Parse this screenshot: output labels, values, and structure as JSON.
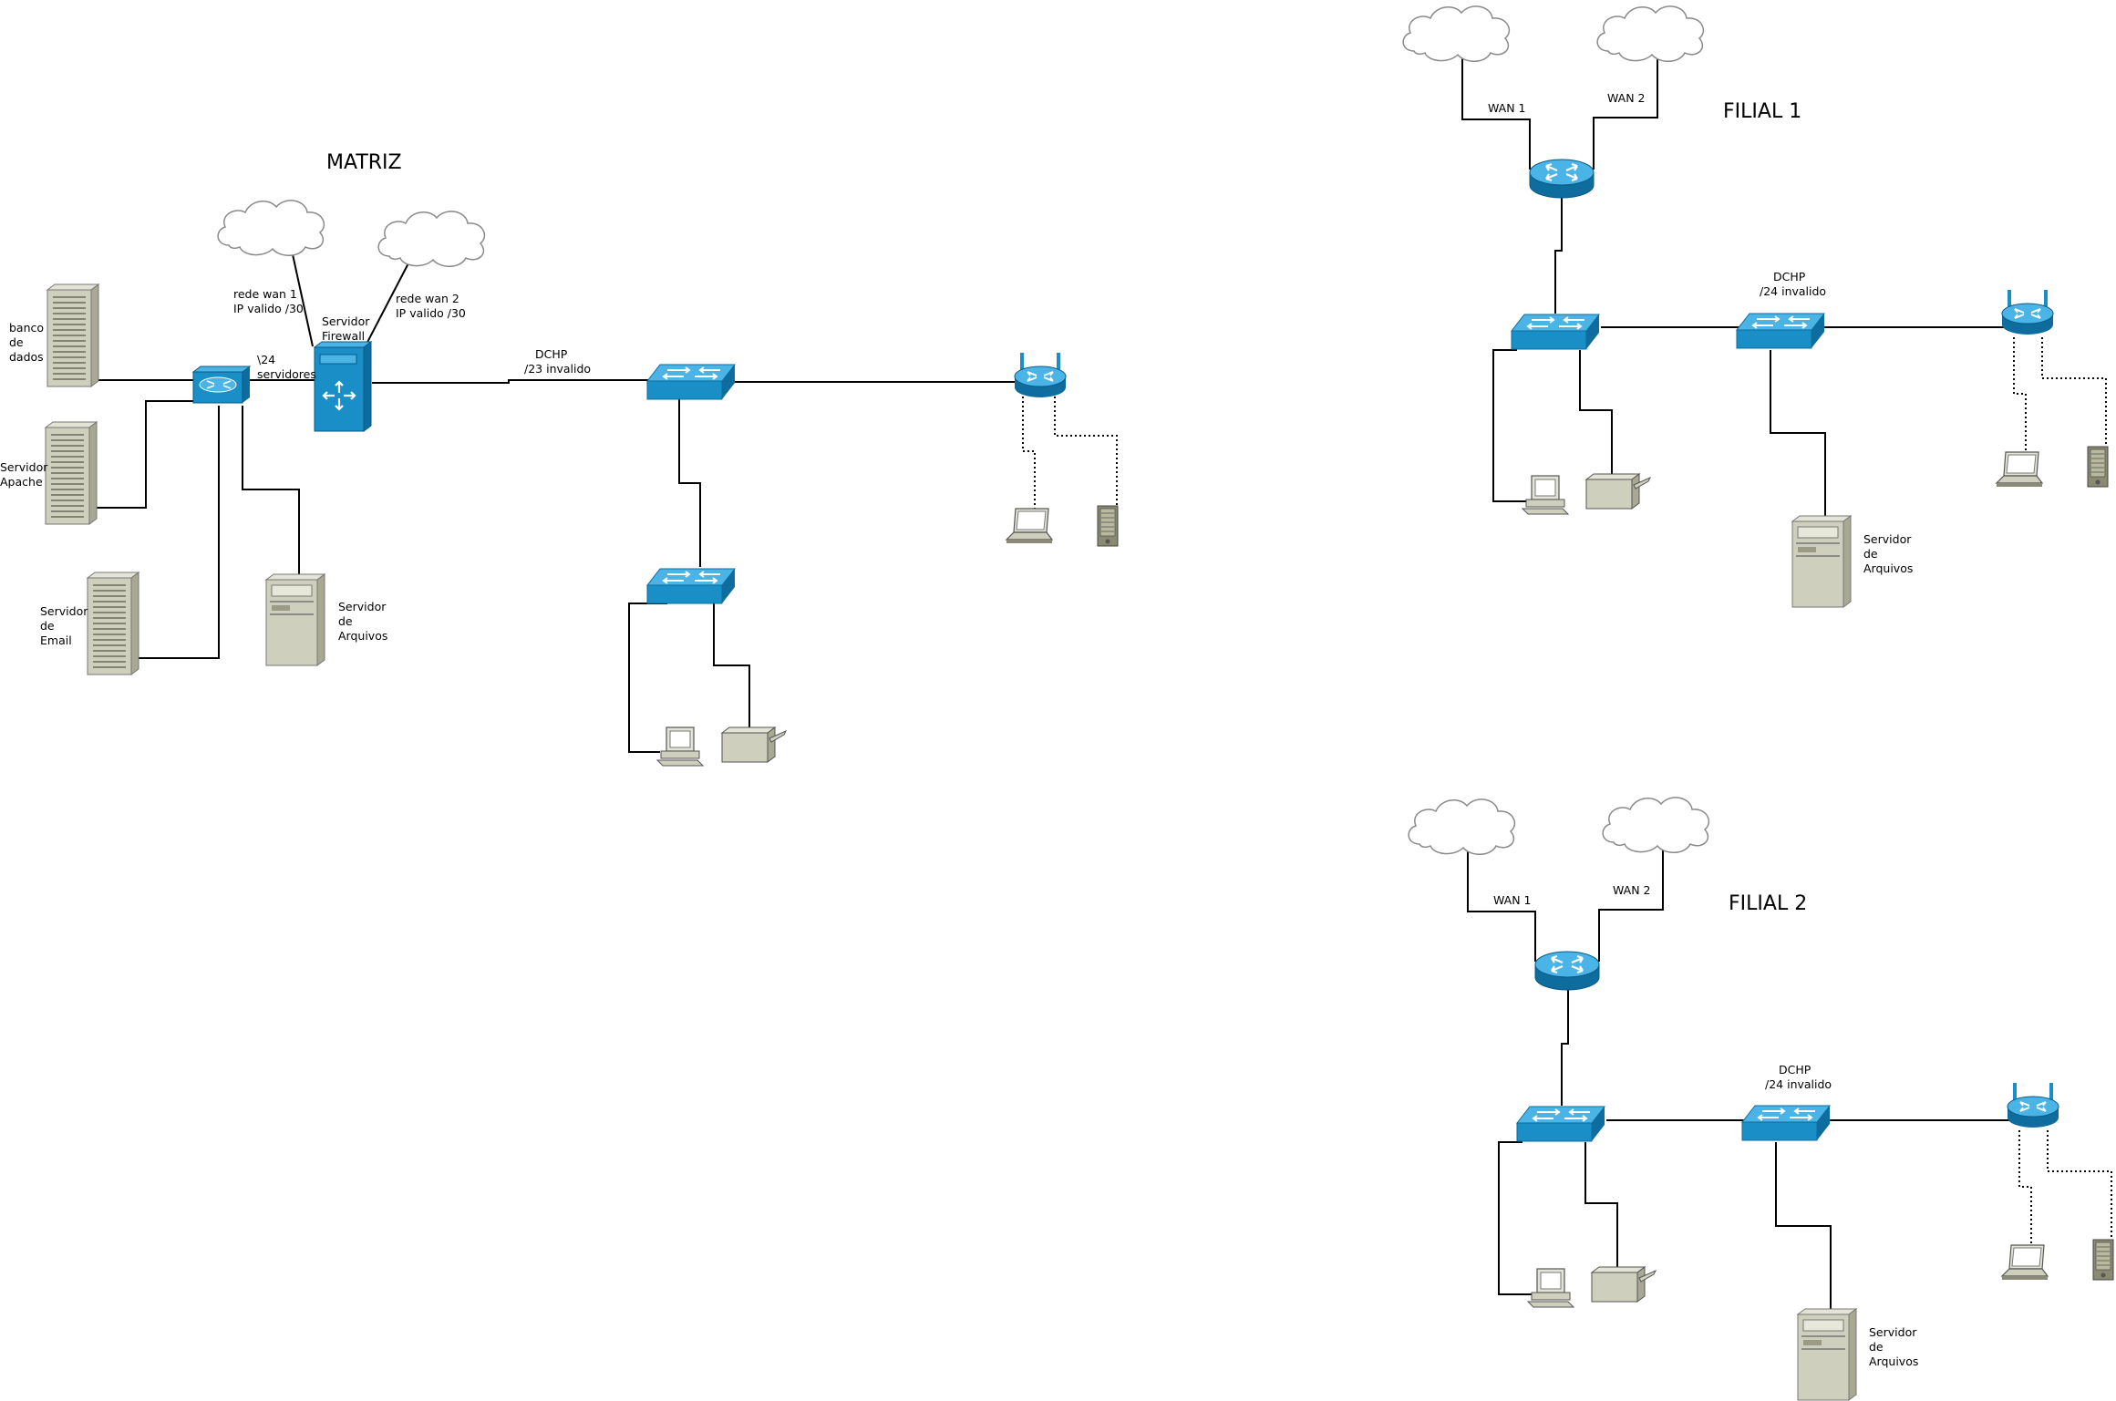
{
  "titles": {
    "matriz": "MATRIZ",
    "filial1": "FILIAL 1",
    "filial2": "FILIAL 2"
  },
  "matriz": {
    "srv_db": [
      "banco",
      "de",
      "dados"
    ],
    "srv_apache": [
      "Servidor",
      "Apache"
    ],
    "srv_email": [
      "Servidor",
      "de",
      "Email"
    ],
    "srv_files": [
      "Servidor",
      "de",
      "Arquivos"
    ],
    "firewall": [
      "Servidor",
      "Firewall"
    ],
    "wan1": [
      "rede wan 1",
      "IP valido /30"
    ],
    "wan2": [
      "rede wan 2",
      "IP valido /30"
    ],
    "subnet": [
      "\\24",
      "servidores"
    ],
    "dhcp": [
      "DCHP",
      "/23 invalido"
    ]
  },
  "filial1": {
    "wan1": "WAN 1",
    "wan2": "WAN 2",
    "dhcp": [
      "DCHP",
      "/24 invalido"
    ],
    "srv_files": [
      "Servidor",
      "de",
      "Arquivos"
    ]
  },
  "filial2": {
    "wan1": "WAN 1",
    "wan2": "WAN 2",
    "dhcp": [
      "DCHP",
      "/24 invalido"
    ],
    "srv_files": [
      "Servidor",
      "de",
      "Arquivos"
    ]
  },
  "colors": {
    "network_device": "#1a8fc7",
    "device_dark": "#0e6c9e",
    "server": "#cfcfbd",
    "server_shade": "#a8a893",
    "cloud": "#ffffff"
  }
}
